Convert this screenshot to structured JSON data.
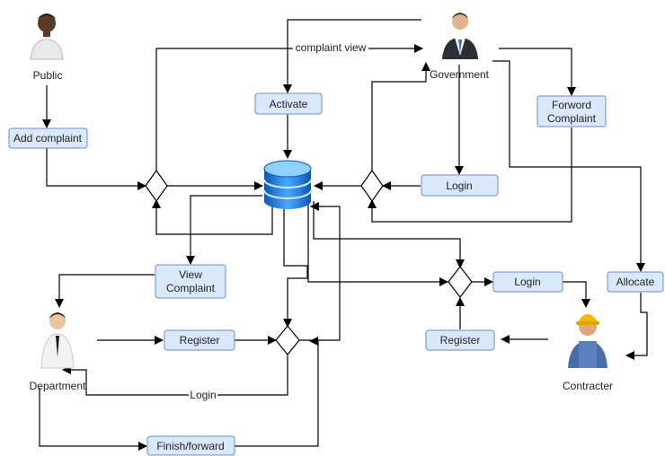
{
  "actors": {
    "public": "Public",
    "government": "Government",
    "department": "Department",
    "contracter": "Contracter"
  },
  "nodes": {
    "add_complaint": "Add complaint",
    "activate": "Activate",
    "forword_complaint_line1": "Forword",
    "forword_complaint_line2": "Complaint",
    "login_gov": "Login",
    "view_complaint_line1": "View",
    "view_complaint_line2": "Complaint",
    "register_dept": "Register",
    "finish_forward": "Finish/forward",
    "login_contracter": "Login",
    "register_contracter": "Register",
    "allocate": "Allocate"
  },
  "edge_labels": {
    "complaint_view": "complaint view",
    "login": "Login"
  },
  "icons": {
    "database": "database-icon",
    "person_public": "person-icon",
    "person_government": "businessman-icon",
    "person_department": "office-worker-icon",
    "person_contracter": "construction-worker-icon"
  }
}
